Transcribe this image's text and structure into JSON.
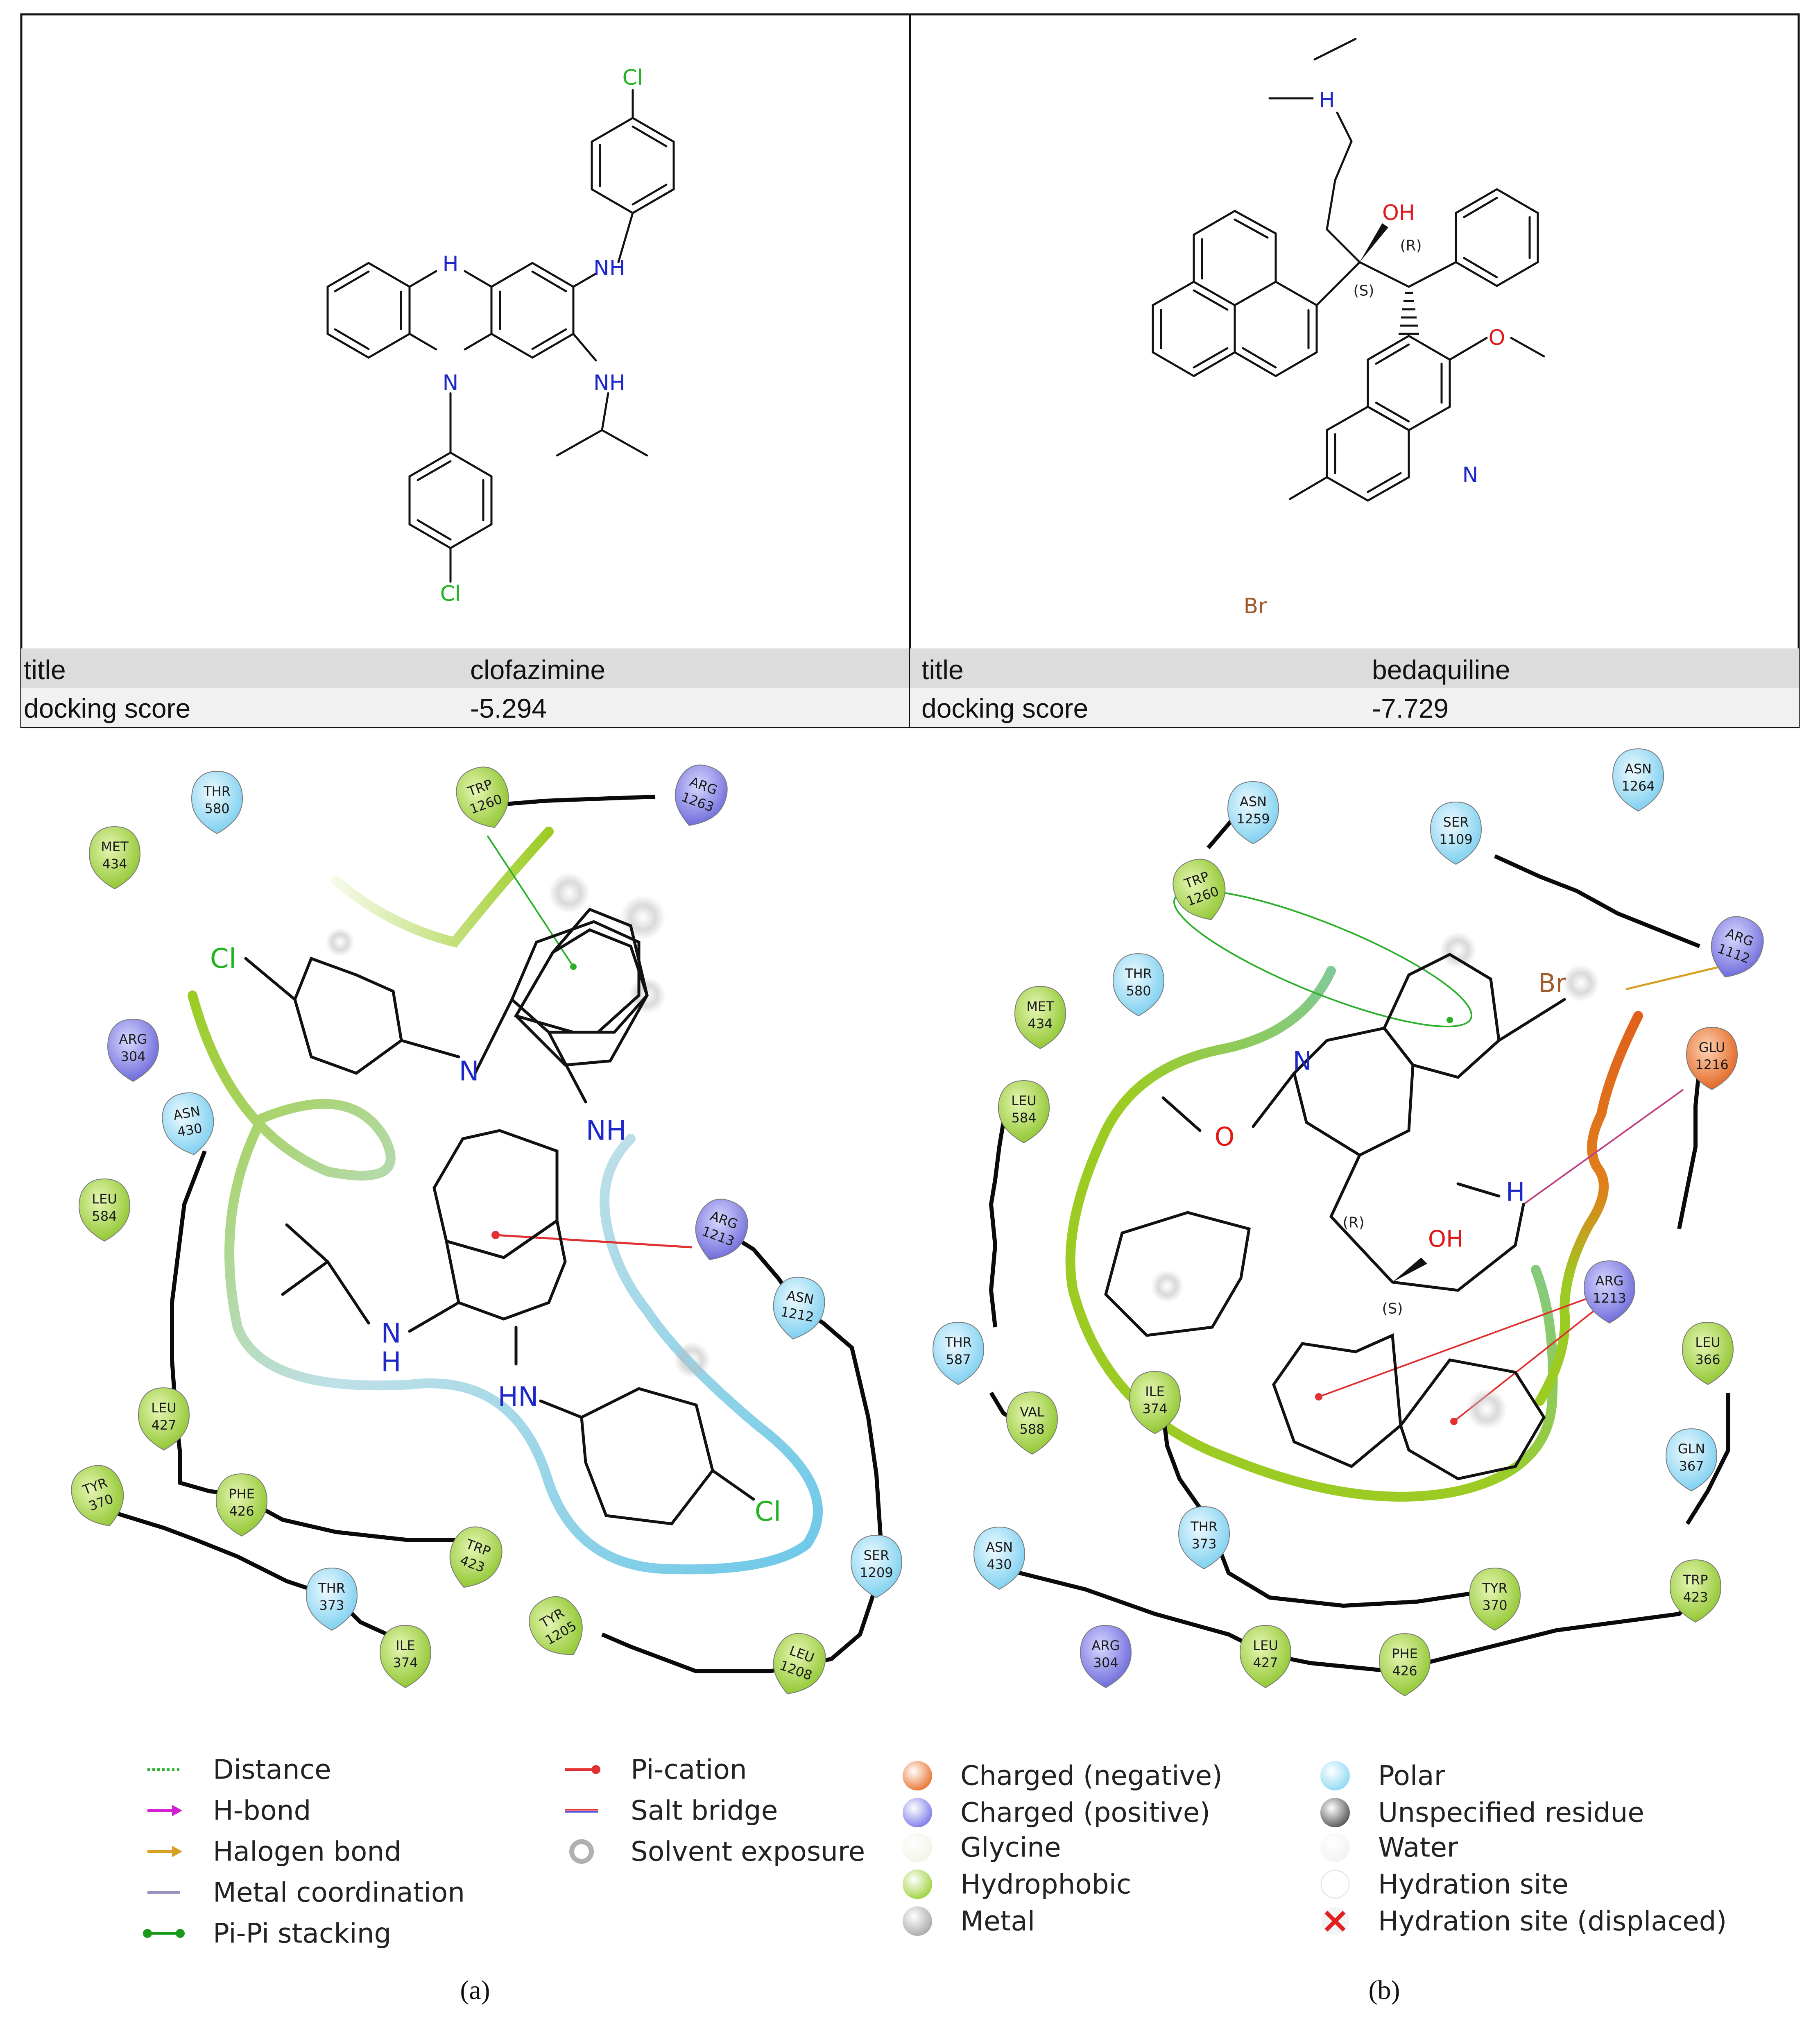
{
  "tables": [
    {
      "rows": [
        {
          "key": "title",
          "value": "clofazimine"
        },
        {
          "key": "docking score",
          "value": "-5.294"
        }
      ]
    },
    {
      "rows": [
        {
          "key": "title",
          "value": "bedaquiline"
        },
        {
          "key": "docking score",
          "value": "-7.729"
        }
      ]
    }
  ],
  "atoms": {
    "Cl": "Cl",
    "NH": "NH",
    "HN": "HN",
    "N": "N",
    "H": "H",
    "OH": "OH",
    "O": "O",
    "Br": "Br",
    "S": "(S)",
    "R": "(R)"
  },
  "residues_a": [
    {
      "name": "THR",
      "num": "580",
      "type": "polar"
    },
    {
      "name": "TRP",
      "num": "1260",
      "type": "hydrophobic"
    },
    {
      "name": "ARG",
      "num": "1263",
      "type": "charged_positive"
    },
    {
      "name": "MET",
      "num": "434",
      "type": "hydrophobic"
    },
    {
      "name": "ARG",
      "num": "304",
      "type": "charged_positive"
    },
    {
      "name": "ASN",
      "num": "430",
      "type": "polar"
    },
    {
      "name": "LEU",
      "num": "584",
      "type": "hydrophobic"
    },
    {
      "name": "ARG",
      "num": "1213",
      "type": "charged_positive"
    },
    {
      "name": "ASN",
      "num": "1212",
      "type": "polar"
    },
    {
      "name": "LEU",
      "num": "427",
      "type": "hydrophobic"
    },
    {
      "name": "TYR",
      "num": "370",
      "type": "hydrophobic"
    },
    {
      "name": "PHE",
      "num": "426",
      "type": "hydrophobic"
    },
    {
      "name": "TRP",
      "num": "423",
      "type": "hydrophobic"
    },
    {
      "name": "THR",
      "num": "373",
      "type": "polar"
    },
    {
      "name": "ILE",
      "num": "374",
      "type": "hydrophobic"
    },
    {
      "name": "TYR",
      "num": "1205",
      "type": "hydrophobic"
    },
    {
      "name": "LEU",
      "num": "1208",
      "type": "hydrophobic"
    },
    {
      "name": "SER",
      "num": "1209",
      "type": "polar"
    }
  ],
  "residues_b": [
    {
      "name": "ASN",
      "num": "1259",
      "type": "polar"
    },
    {
      "name": "ASN",
      "num": "1264",
      "type": "polar"
    },
    {
      "name": "SER",
      "num": "1109",
      "type": "polar"
    },
    {
      "name": "TRP",
      "num": "1260",
      "type": "hydrophobic"
    },
    {
      "name": "ARG",
      "num": "1112",
      "type": "charged_positive"
    },
    {
      "name": "THR",
      "num": "580",
      "type": "polar"
    },
    {
      "name": "MET",
      "num": "434",
      "type": "hydrophobic"
    },
    {
      "name": "GLU",
      "num": "1216",
      "type": "charged_negative"
    },
    {
      "name": "LEU",
      "num": "584",
      "type": "hydrophobic"
    },
    {
      "name": "ARG",
      "num": "1213",
      "type": "charged_positive"
    },
    {
      "name": "LEU",
      "num": "366",
      "type": "hydrophobic"
    },
    {
      "name": "THR",
      "num": "587",
      "type": "polar"
    },
    {
      "name": "VAL",
      "num": "588",
      "type": "hydrophobic"
    },
    {
      "name": "ILE",
      "num": "374",
      "type": "hydrophobic"
    },
    {
      "name": "GLN",
      "num": "367",
      "type": "polar"
    },
    {
      "name": "THR",
      "num": "373",
      "type": "polar"
    },
    {
      "name": "ASN",
      "num": "430",
      "type": "polar"
    },
    {
      "name": "TYR",
      "num": "370",
      "type": "hydrophobic"
    },
    {
      "name": "TRP",
      "num": "423",
      "type": "hydrophobic"
    },
    {
      "name": "ARG",
      "num": "304",
      "type": "charged_positive"
    },
    {
      "name": "LEU",
      "num": "427",
      "type": "hydrophobic"
    },
    {
      "name": "PHE",
      "num": "426",
      "type": "hydrophobic"
    }
  ],
  "legend": {
    "interactions": [
      {
        "label": "Distance",
        "icon": "dotted-green"
      },
      {
        "label": "H-bond",
        "icon": "arrow-magenta"
      },
      {
        "label": "Halogen bond",
        "icon": "arrow-gold"
      },
      {
        "label": "Metal coordination",
        "icon": "line-gray"
      },
      {
        "label": "Pi-Pi stacking",
        "icon": "dumbbell-green"
      },
      {
        "label": "Pi-cation",
        "icon": "dot-red"
      },
      {
        "label": "Salt bridge",
        "icon": "line-redblue"
      },
      {
        "label": "Solvent exposure",
        "icon": "ring-gray"
      }
    ],
    "residues": [
      {
        "label": "Charged (negative)",
        "color": "#e8722e"
      },
      {
        "label": "Charged (positive)",
        "color": "#7d7ae8"
      },
      {
        "label": "Glycine",
        "color": "#f3f3e6"
      },
      {
        "label": "Hydrophobic",
        "color": "#9fd13c"
      },
      {
        "label": "Metal",
        "color": "#a8a8a8"
      },
      {
        "label": "Polar",
        "color": "#8ed8f3"
      },
      {
        "label": "Unspecified residue",
        "color": "#555555"
      },
      {
        "label": "Water",
        "color": "#f2f2f2"
      },
      {
        "label": "Hydration site",
        "color": "#ffffff"
      },
      {
        "label": "Hydration site (displaced)",
        "color": "#e02020"
      }
    ]
  },
  "captions": {
    "a": "(a)",
    "b": "(b)"
  },
  "colors": {
    "hydrophobic": "#a6d846",
    "polar": "#9fdcf5",
    "charged_positive": "#8583e6",
    "charged_negative": "#ec7a36",
    "chlorine": "#22b422",
    "nitrogen": "#1e28c8",
    "oxygen": "#e01818",
    "bromine": "#a05a2c",
    "pocket_green": "#9ccc24",
    "pocket_blue": "#6cc8e8"
  }
}
